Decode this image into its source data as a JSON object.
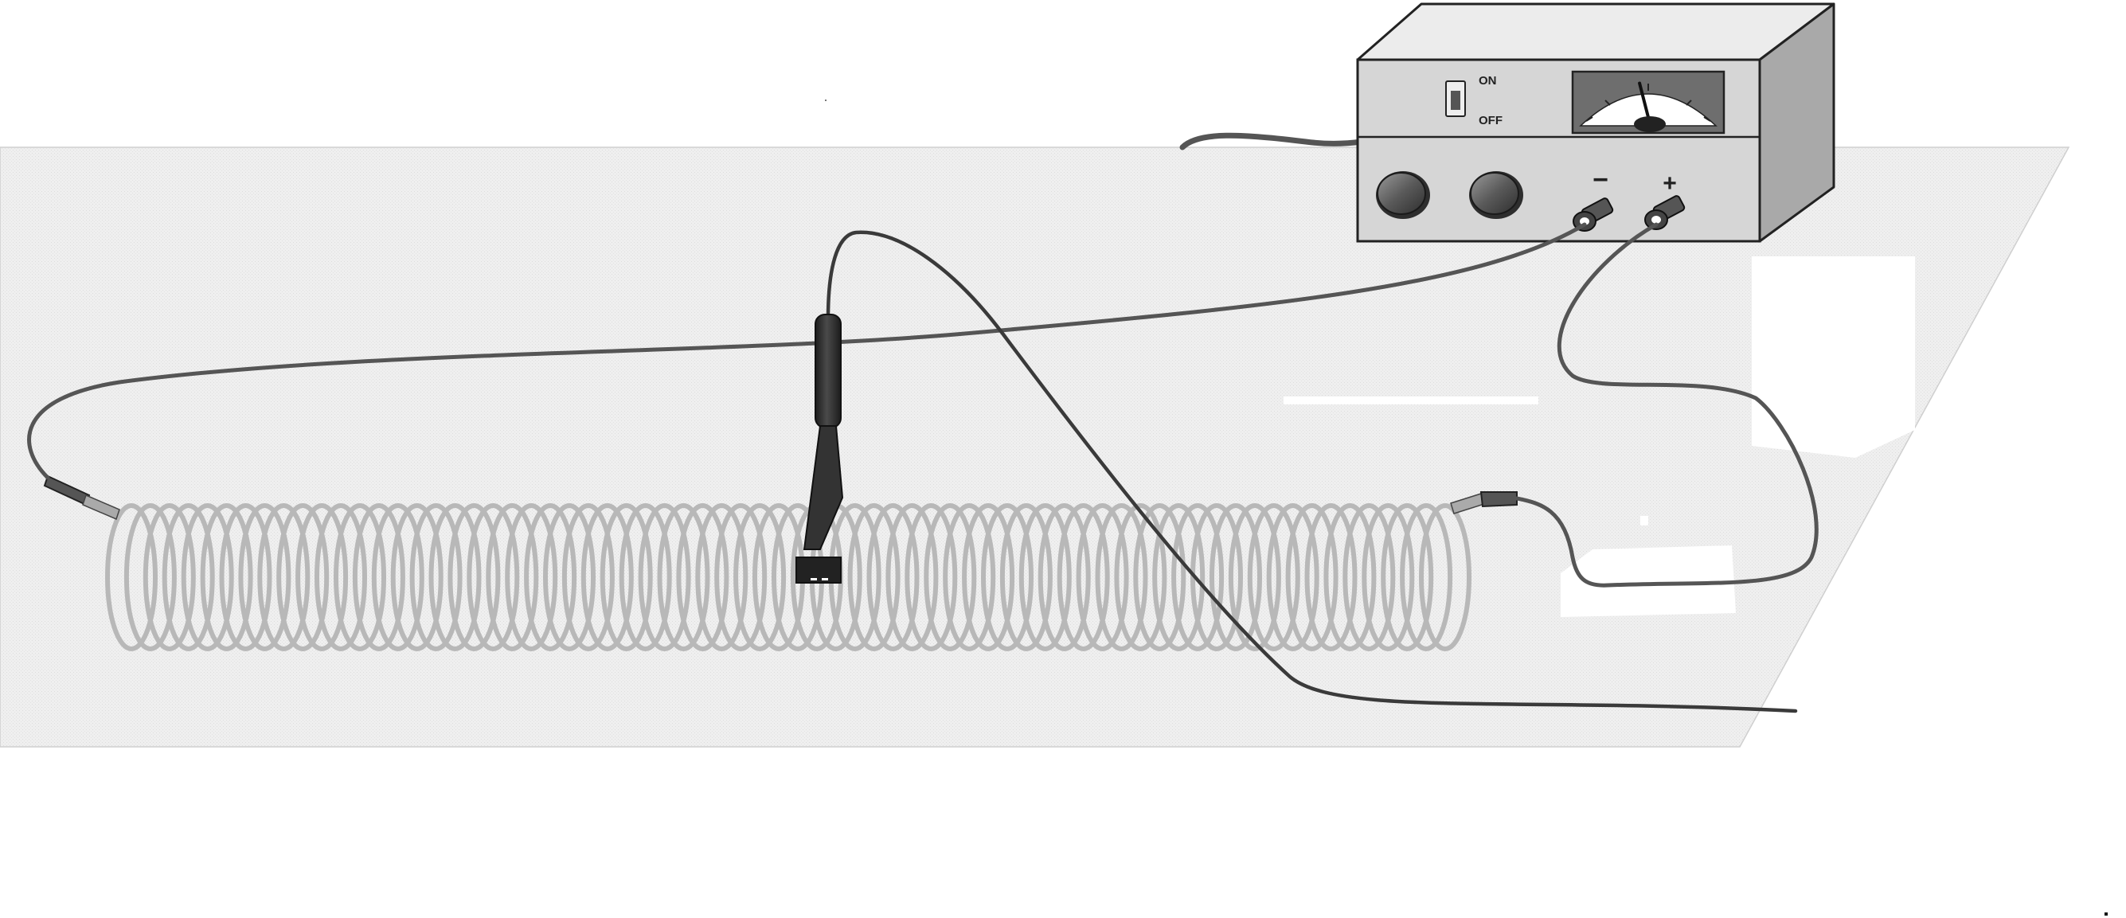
{
  "power_supply": {
    "switch_on_label": "ON",
    "switch_off_label": "OFF",
    "negative_terminal_label": "−",
    "positive_terminal_label": "+",
    "meter_needle_level": 0.42,
    "knob_count": 2
  },
  "coil": {
    "turn_count": 70
  },
  "colors": {
    "table_surface": "#efefef",
    "coil_wire": "#b8b8b8",
    "cable": "#555555",
    "box_front": "#d6d6d6",
    "box_top": "#ececec",
    "box_side": "#a9a9a9",
    "probe": "#2b2b2b"
  }
}
